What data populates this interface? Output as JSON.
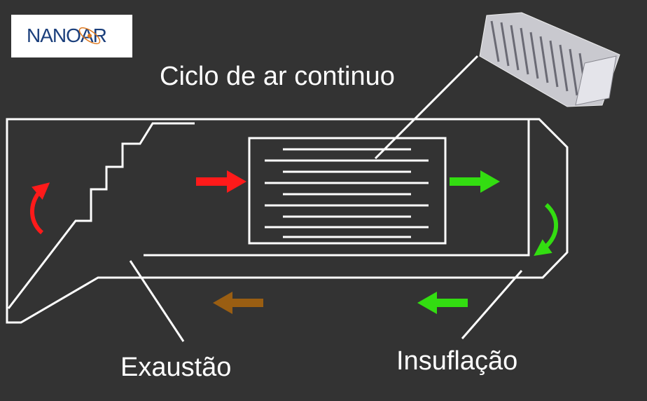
{
  "logo": {
    "text": "NANOAR"
  },
  "diagram": {
    "title": "Ciclo de ar continuo",
    "exhaust_label": "Exaustão",
    "supply_label": "Insuflação"
  },
  "colors": {
    "background": "#333333",
    "lines": "#ffffff",
    "warm_arrow": "#ff1a1a",
    "fresh_arrow": "#33dd11",
    "exhaust_arrow": "#9a5e12",
    "logo_text": "#1b3f7c",
    "logo_accent": "#e07a20"
  }
}
